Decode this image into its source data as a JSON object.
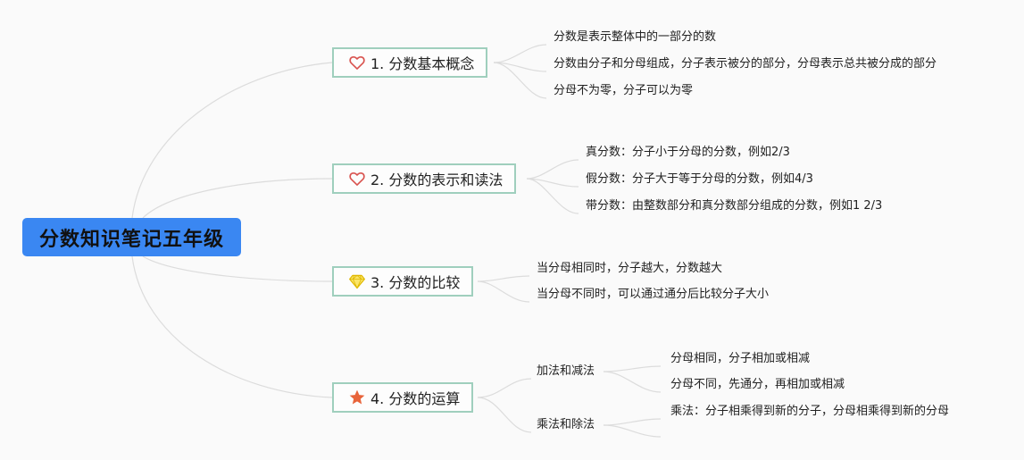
{
  "root": {
    "label": "分数知识笔记五年级"
  },
  "topics": [
    {
      "label": "1. 分数基本概念",
      "icon": "heart-outline-icon",
      "leaves": [
        "分数是表示整体中的一部分的数",
        "分数由分子和分母组成，分子表示被分的部分，分母表示总共被分成的部分",
        "分母不为零，分子可以为零"
      ]
    },
    {
      "label": "2. 分数的表示和读法",
      "icon": "heart-outline-icon",
      "leaves": [
        "真分数：分子小于分母的分数，例如2/3",
        "假分数：分子大于等于分母的分数，例如4/3",
        "带分数：由整数部分和真分数部分组成的分数，例如1 2/3"
      ]
    },
    {
      "label": "3. 分数的比较",
      "icon": "diamond-icon",
      "leaves": [
        "当分母相同时，分子越大，分数越大",
        "当分母不同时，可以通过通分后比较分子大小"
      ]
    },
    {
      "label": "4. 分数的运算",
      "icon": "star-icon",
      "subtopics": [
        {
          "label": "加法和减法",
          "leaves": [
            "分母相同，分子相加或相减",
            "分母不同，先通分，再相加或相减"
          ]
        },
        {
          "label": "乘法和除法",
          "leaves": [
            "乘法：分子相乘得到新的分子，分母相乘得到新的分母",
            ""
          ]
        }
      ]
    }
  ],
  "colors": {
    "root_bg": "#3a87f2",
    "topic_border": "#9fcfbd",
    "connector": "#dcdcdc",
    "heart": "#d9534f",
    "diamond": "#f2d10c",
    "star": "#e8643a"
  }
}
